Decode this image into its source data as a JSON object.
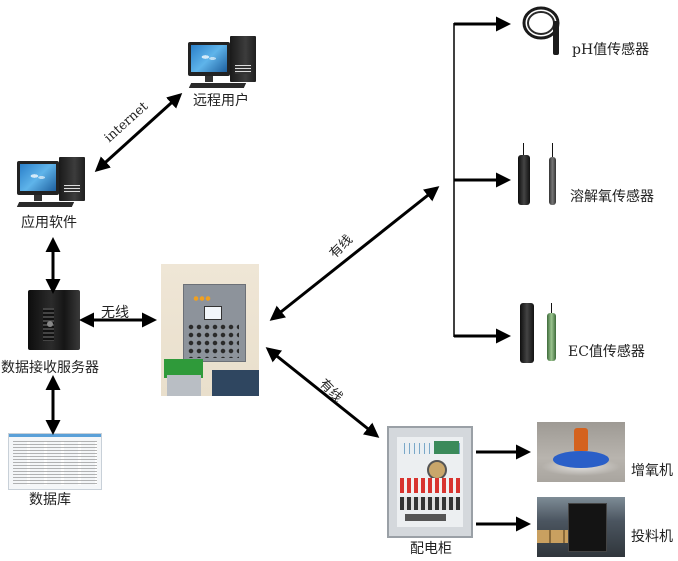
{
  "diagram": {
    "type": "system-architecture",
    "nodes": {
      "remote_user": {
        "label": "远程用户",
        "icon": "desktop-computer-icon"
      },
      "app_software": {
        "label": "应用软件",
        "icon": "desktop-computer-icon"
      },
      "server": {
        "label": "数据接收服务器",
        "icon": "server-tower-icon"
      },
      "database": {
        "label": "数据库",
        "icon": "database-table-icon"
      },
      "control_panel": {
        "label": "",
        "icon": "control-panel-photo"
      },
      "ph_sensor": {
        "label": "pH值传感器",
        "icon": "ph-probe-icon"
      },
      "do_sensor": {
        "label": "溶解氧传感器",
        "icon": "do-probe-icon"
      },
      "ec_sensor": {
        "label": "EC值传感器",
        "icon": "ec-probe-icon"
      },
      "cabinet": {
        "label": "配电柜",
        "icon": "power-cabinet-photo"
      },
      "aerator": {
        "label": "增氧机",
        "icon": "aerator-photo"
      },
      "feeder": {
        "label": "投料机",
        "icon": "feeder-photo"
      }
    },
    "edges": [
      {
        "from": "app_software",
        "to": "remote_user",
        "label": "internet",
        "direction": "both"
      },
      {
        "from": "app_software",
        "to": "server",
        "label": "",
        "direction": "both"
      },
      {
        "from": "server",
        "to": "database",
        "label": "",
        "direction": "both"
      },
      {
        "from": "server",
        "to": "control_panel",
        "label": "无线",
        "direction": "both"
      },
      {
        "from": "control_panel",
        "to": "sensors",
        "label": "有线",
        "direction": "both"
      },
      {
        "from": "control_panel",
        "to": "cabinet",
        "label": "有线",
        "direction": "both"
      },
      {
        "from": "sensors_bus",
        "to": "ph_sensor",
        "label": "",
        "direction": "forward"
      },
      {
        "from": "sensors_bus",
        "to": "do_sensor",
        "label": "",
        "direction": "forward"
      },
      {
        "from": "sensors_bus",
        "to": "ec_sensor",
        "label": "",
        "direction": "forward"
      },
      {
        "from": "cabinet",
        "to": "aerator",
        "label": "",
        "direction": "forward"
      },
      {
        "from": "cabinet",
        "to": "feeder",
        "label": "",
        "direction": "forward"
      }
    ],
    "edge_labels": {
      "internet": "internet",
      "wireless": "无线",
      "wired_sensors": "有线",
      "wired_cabinet": "有线"
    }
  }
}
